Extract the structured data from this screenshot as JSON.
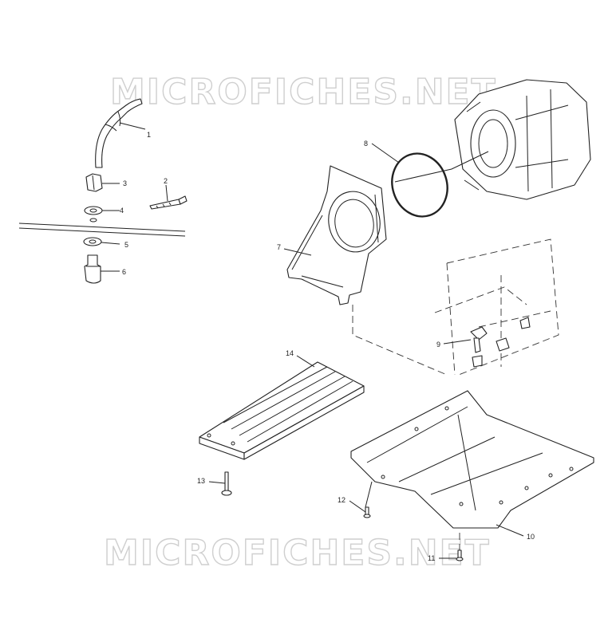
{
  "watermark": {
    "top": "MICROFICHES.NET",
    "bottom": "MICROFICHES.NET"
  },
  "callouts": {
    "c1": "1",
    "c2": "2",
    "c3": "3",
    "c4": "4",
    "c5": "5",
    "c6": "6",
    "c7": "7",
    "c8": "8",
    "c9": "9",
    "c10": "10",
    "c11": "11",
    "c12": "12",
    "c13": "13",
    "c14": "14"
  },
  "parts": [
    {
      "ref": "1",
      "icon": "hose-icon"
    },
    {
      "ref": "2",
      "icon": "pin-icon"
    },
    {
      "ref": "3",
      "icon": "nut-icon"
    },
    {
      "ref": "4",
      "icon": "washer-icon"
    },
    {
      "ref": "5",
      "icon": "washer-icon"
    },
    {
      "ref": "6",
      "icon": "fitting-icon"
    },
    {
      "ref": "7",
      "icon": "bracket-icon"
    },
    {
      "ref": "8",
      "icon": "o-ring-icon"
    },
    {
      "ref": "9",
      "icon": "plug-icon"
    },
    {
      "ref": "10",
      "icon": "plate-icon"
    },
    {
      "ref": "11",
      "icon": "screw-icon"
    },
    {
      "ref": "12",
      "icon": "screw-icon"
    },
    {
      "ref": "13",
      "icon": "screw-icon"
    },
    {
      "ref": "14",
      "icon": "pad-icon"
    }
  ]
}
